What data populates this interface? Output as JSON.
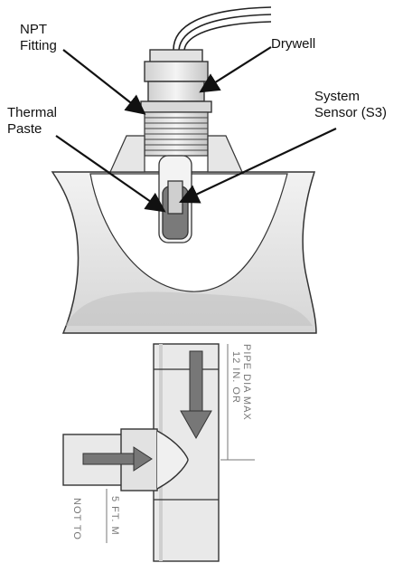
{
  "callouts": {
    "npt_fitting_line1": "NPT",
    "npt_fitting_line2": "Fitting",
    "drywell": "Drywell",
    "thermal_paste_line1": "Thermal",
    "thermal_paste_line2": "Paste",
    "system_sensor_line1": "System",
    "system_sensor_line2": "Sensor (S3)"
  },
  "install_notes": {
    "upper_dim_line1": "12 IN. OR",
    "upper_dim_line2": "PIPE DIA MAX",
    "side_dim": "5 FT. M",
    "bottom_note": "NOT TO"
  },
  "colors": {
    "pipe_fill": "#e8e8e8",
    "pipe_shadow": "#bdbdbd",
    "outline": "#333333",
    "dim_text": "#777777"
  }
}
